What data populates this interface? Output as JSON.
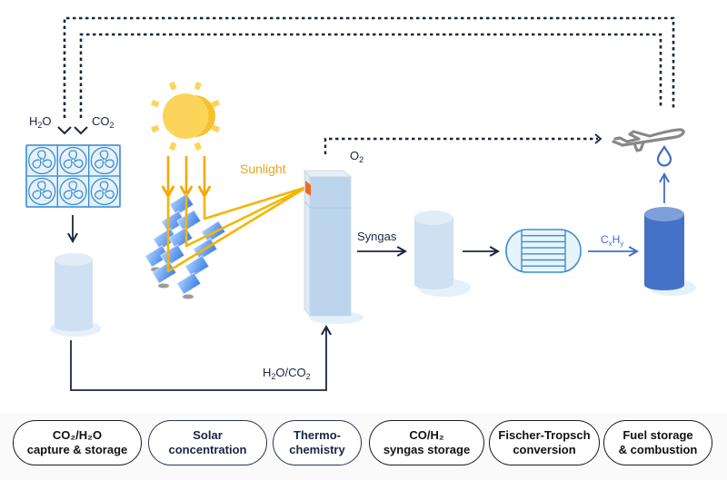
{
  "diagram": {
    "title": "Solar thermochemical fuel production pathway",
    "colors": {
      "navy": "#1b2540",
      "sun_yellow": "#fcd45a",
      "sunlight_orange": "#f5a800",
      "light_blue": "#cfe0f2",
      "mid_blue": "#3f72c4",
      "accent_orange": "#f26a1b",
      "grey": "#8a8a8a"
    },
    "labels": {
      "h2o_input": "H",
      "h2o_sub": "2",
      "h2o_tail": "O",
      "co2_input": "CO",
      "co2_sub": "2",
      "sunlight": "Sunlight",
      "o2": "O",
      "o2_sub": "2",
      "syngas": "Syngas",
      "cxhy_c": "C",
      "cxhy_x": "x",
      "cxhy_h": "H",
      "cxhy_y": "y",
      "recycle_h": "H",
      "recycle_2a": "2",
      "recycle_mid": "O/CO",
      "recycle_2b": "2"
    },
    "icons": {
      "fan_array": "fan-array-icon",
      "sun": "sun-icon",
      "heliostats": "heliostat-field-icon",
      "reactor_tower": "reactor-tower-icon",
      "syngas_tank": "tank-icon",
      "ft_reactor": "fischer-tropsch-reactor-icon",
      "fuel_tank": "fuel-tank-icon",
      "airplane": "airplane-icon",
      "fuel_drop": "fuel-drop-icon"
    }
  },
  "stages": [
    {
      "line1": "CO₂/H₂O",
      "line2": "capture & storage"
    },
    {
      "line1": "Solar",
      "line2": "concentration"
    },
    {
      "line1": "Thermo-",
      "line2": "chemistry"
    },
    {
      "line1": "CO/H₂",
      "line2": "syngas storage"
    },
    {
      "line1": "Fischer-Tropsch",
      "line2": "conversion"
    },
    {
      "line1": "Fuel storage",
      "line2": "& combustion"
    }
  ]
}
